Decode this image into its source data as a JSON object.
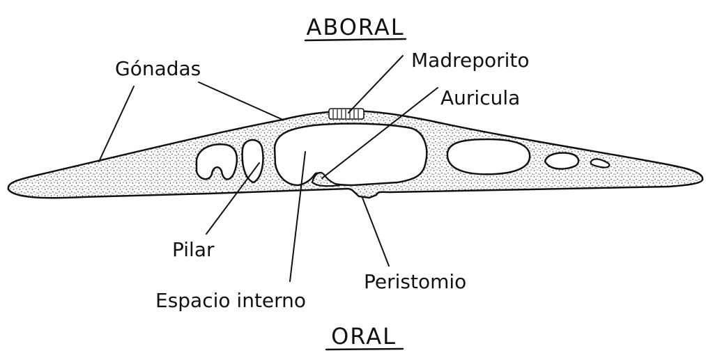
{
  "headings": {
    "top": "ABORAL",
    "bottom": "ORAL"
  },
  "labels": {
    "gonadas": "Gónadas",
    "madreporito": "Madreporito",
    "auricula": "Auricula",
    "pilar": "Pilar",
    "espacio_interno": "Espacio interno",
    "peristomio": "Peristomio"
  },
  "colors": {
    "ink": "#111111",
    "paper": "#ffffff"
  }
}
